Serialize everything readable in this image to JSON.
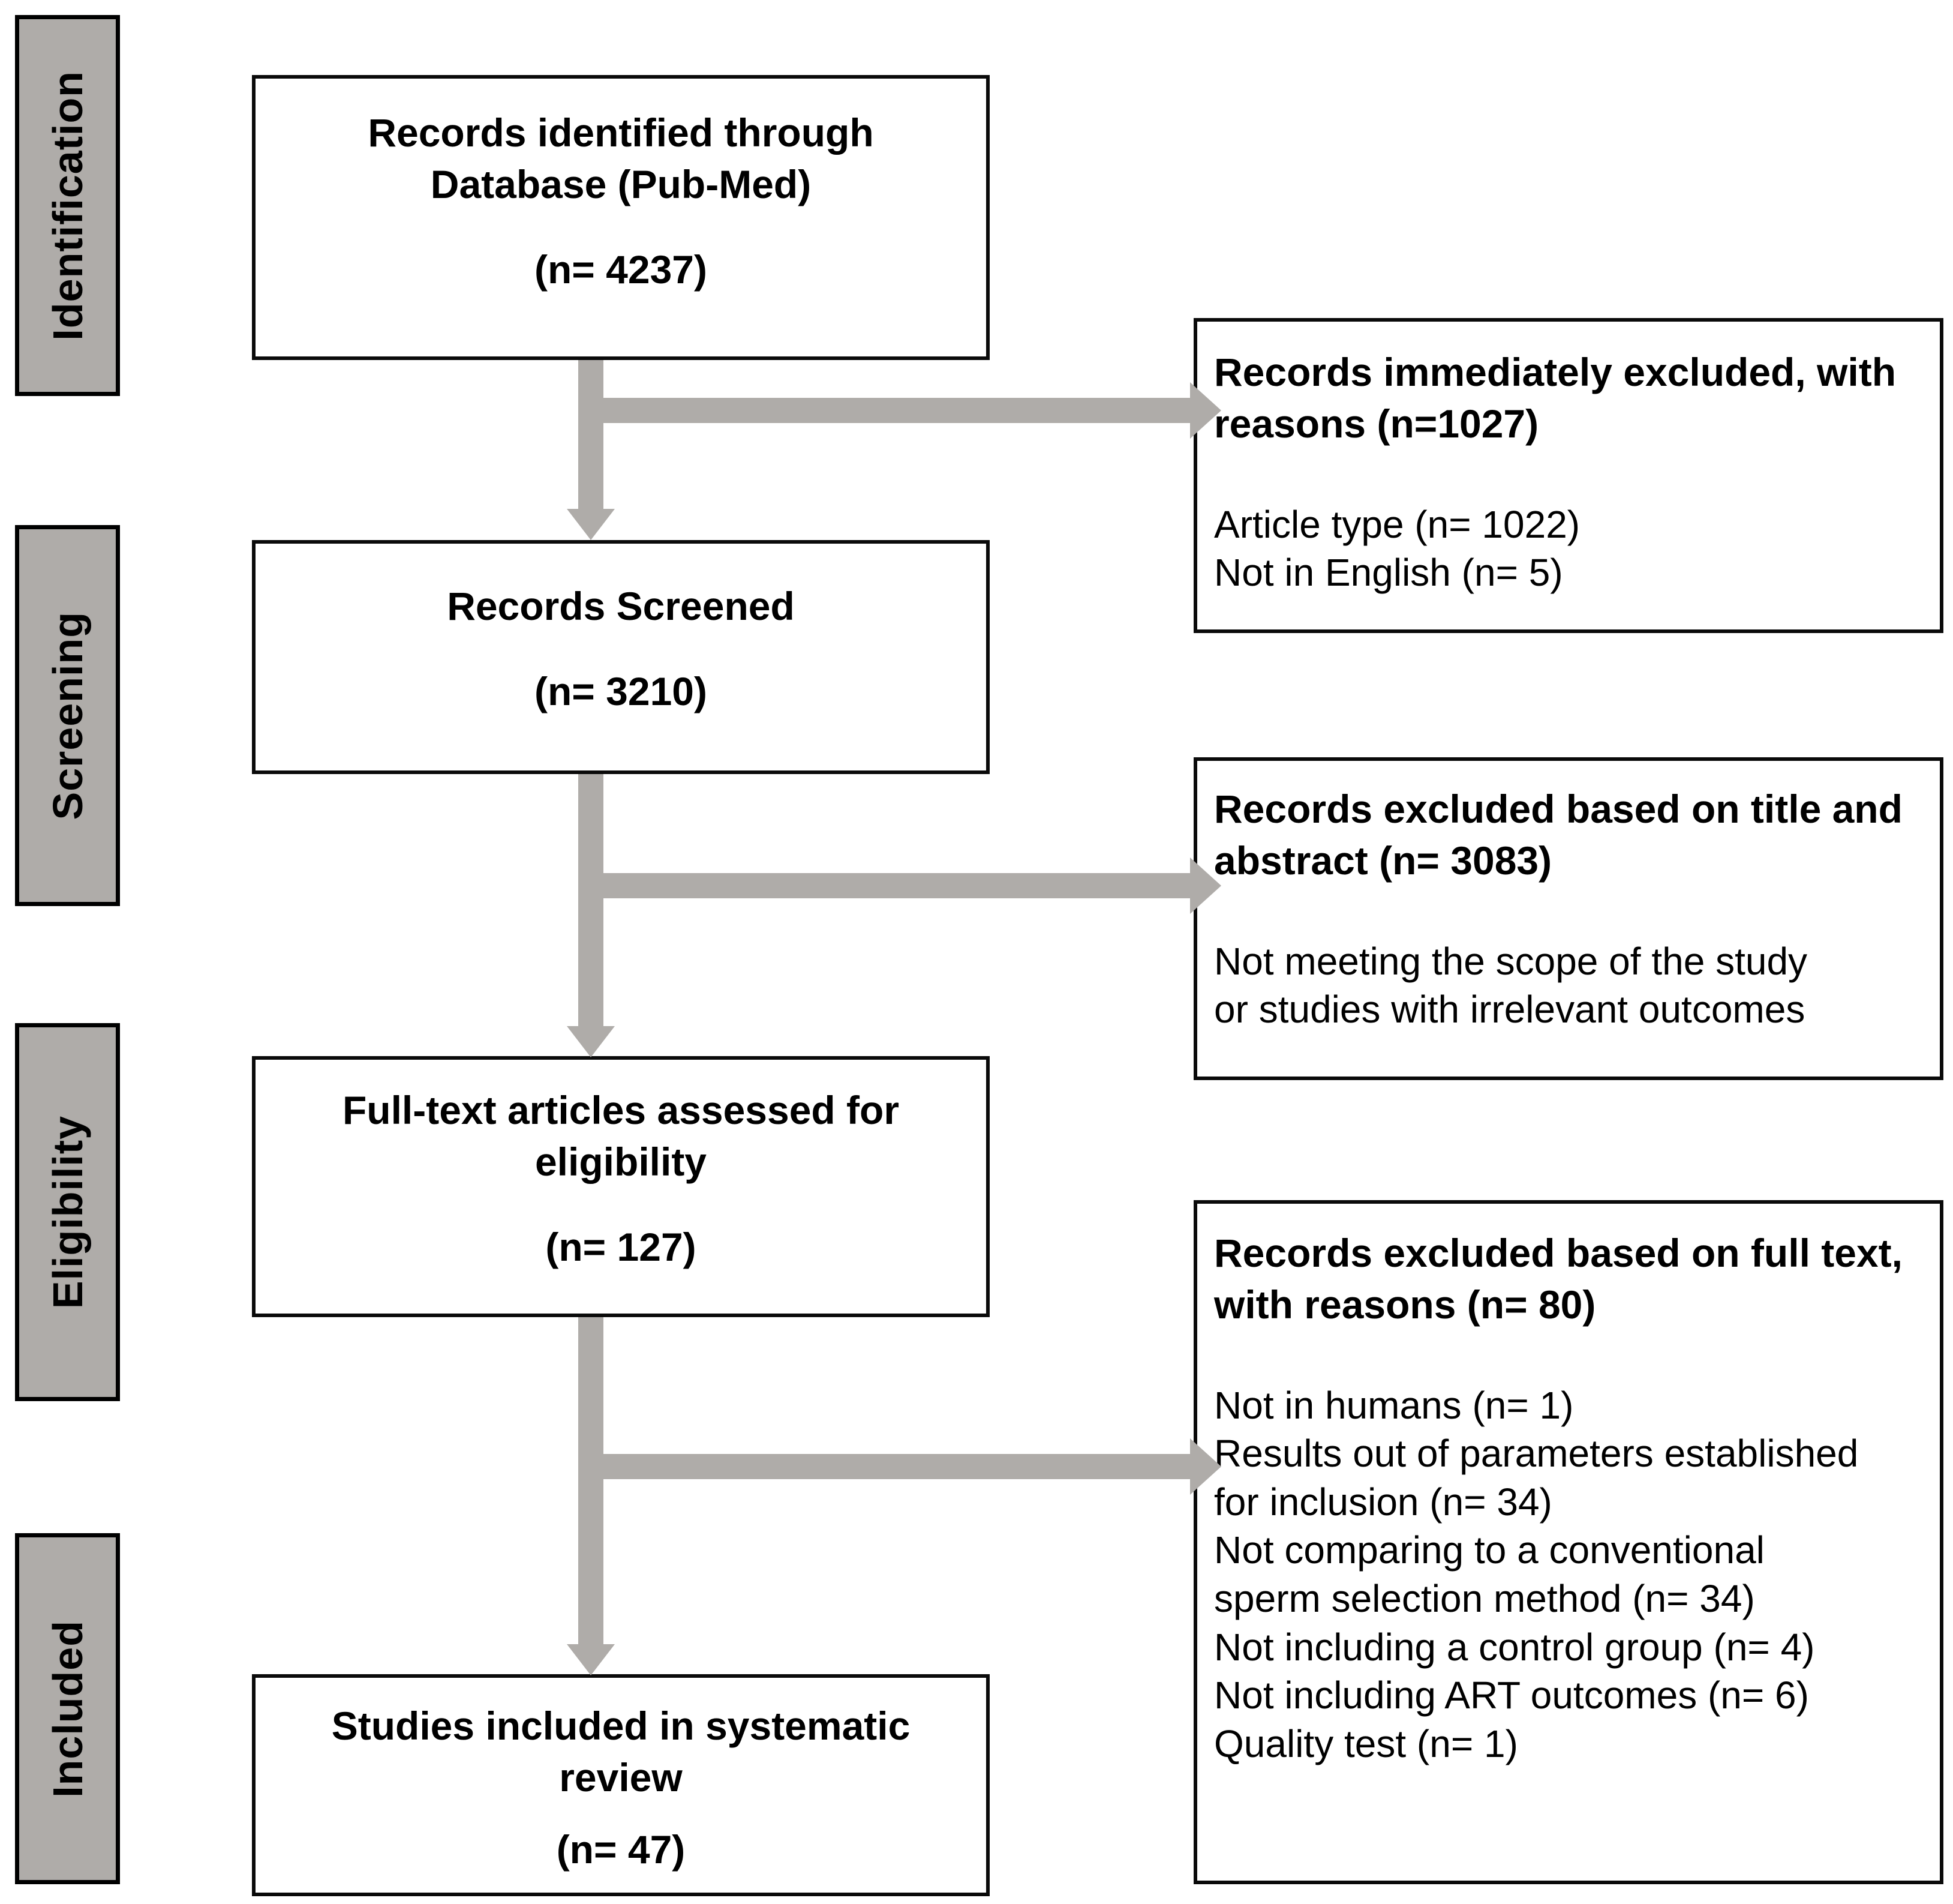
{
  "diagram": {
    "title": "PRISMA flow diagram",
    "accent_gray": "#AFACA9",
    "border_black": "#0A0A0A",
    "background": "#FFFFFF"
  },
  "stages": [
    {
      "label": "Identification"
    },
    {
      "label": "Screening"
    },
    {
      "label": "Eligibility"
    },
    {
      "label": "Included"
    }
  ],
  "flow_boxes": [
    {
      "title_line1": "Records identified through",
      "title_line2": "Database (Pub-Med)",
      "count": "(n= 4237)"
    },
    {
      "title_line1": "Records Screened",
      "count": "(n= 3210)"
    },
    {
      "title_line1": "Full-text articles assessed for",
      "title_line2": "eligibility",
      "count": "(n= 127)"
    },
    {
      "title_line1": "Studies included in systematic",
      "title_line2": "review",
      "count": "(n= 47)"
    }
  ],
  "exclusion_boxes": [
    {
      "heading_line1": "Records immediately excluded, with",
      "heading_line2": "reasons (n=1027)",
      "reasons": [
        "Article type (n= 1022)",
        "Not in English (n= 5)"
      ]
    },
    {
      "heading_line1": "Records excluded based on title and",
      "heading_line2": "abstract (n= 3083)",
      "reasons": [
        "Not meeting the scope of the study",
        "or studies with irrelevant outcomes"
      ]
    },
    {
      "heading_line1": "Records excluded based on full text,",
      "heading_line2": "with reasons (n= 80)",
      "reasons": [
        "Not in humans (n= 1)",
        "Results out of parameters established",
        "for inclusion (n= 34)",
        "Not comparing to a conventional",
        "sperm selection method (n= 34)",
        "Not including a control group (n= 4)",
        "Not including ART outcomes (n= 6)",
        "Quality test (n= 1)"
      ]
    }
  ]
}
